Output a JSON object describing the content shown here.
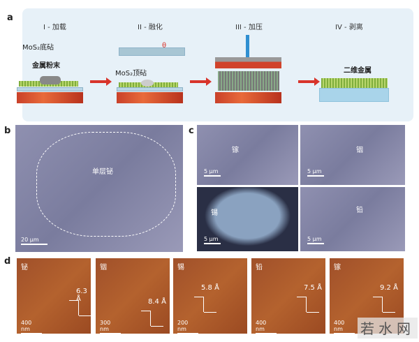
{
  "panel_a": {
    "label": "a",
    "steps": [
      "I - 加载",
      "II - 融化",
      "III - 加压",
      "IV - 剥离"
    ],
    "annotations": {
      "bottom_anvil": "MoS₂底砧",
      "metal_powder": "金属粉末",
      "top_anvil": "MoS₂顶砧",
      "theta": "θ",
      "product": "二维金属"
    }
  },
  "panel_b": {
    "label": "b",
    "region_label": "单层铋",
    "scale_bar": "20 μm"
  },
  "panel_c": {
    "label": "c",
    "images": [
      {
        "name": "镓",
        "scale_bar": "5 μm"
      },
      {
        "name": "铟",
        "scale_bar": "5 μm"
      },
      {
        "name": "锡",
        "scale_bar": "5 μm"
      },
      {
        "name": "铅",
        "scale_bar": "5 μm"
      }
    ]
  },
  "panel_d": {
    "label": "d",
    "images": [
      {
        "name": "铋",
        "height": "6.3 Å",
        "scale_bar": "400 nm"
      },
      {
        "name": "铟",
        "height": "8.4 Å",
        "scale_bar": "300 nm"
      },
      {
        "name": "锡",
        "height": "5.8 Å",
        "scale_bar": "200 nm"
      },
      {
        "name": "铅",
        "height": "7.5 Å",
        "scale_bar": "400 nm"
      },
      {
        "name": "镓",
        "height": "9.2 Å",
        "scale_bar": "400 nm"
      }
    ]
  },
  "watermark": "若水网"
}
